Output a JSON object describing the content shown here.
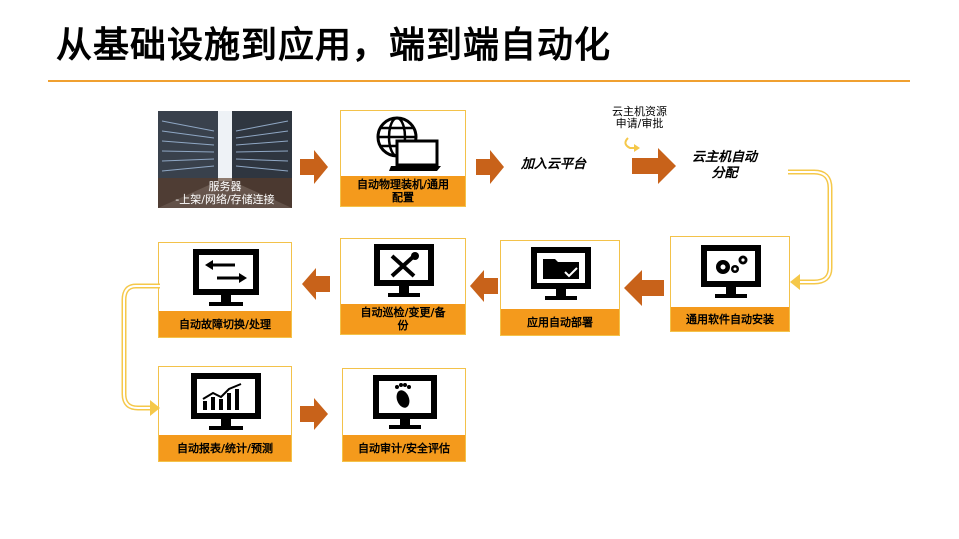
{
  "slide": {
    "title": "从基础设施到应用，端到端自动化"
  },
  "steps": {
    "server": {
      "line1": "服务器",
      "line2": "-上架/网络/存储连接"
    },
    "physical": {
      "line1": "自动物理装机/通用",
      "line2": "配置"
    },
    "join_cloud": "加入云平台",
    "vm_request": {
      "line1": "云主机资源",
      "line2": "申请/审批"
    },
    "vm_alloc": {
      "line1": "云主机自动",
      "line2": "分配"
    },
    "install": "通用软件自动安装",
    "deploy": "应用自动部署",
    "inspect": {
      "line1": "自动巡检/变更/备",
      "line2": "份"
    },
    "failover": "自动故障切换/处理",
    "report": "自动报表/统计/预测",
    "audit": "自动审计/安全评估"
  },
  "colors": {
    "accent": "#f49a1c",
    "arrow": "#c8621a",
    "border": "#f3c24a",
    "connector": "#f5c84a"
  }
}
